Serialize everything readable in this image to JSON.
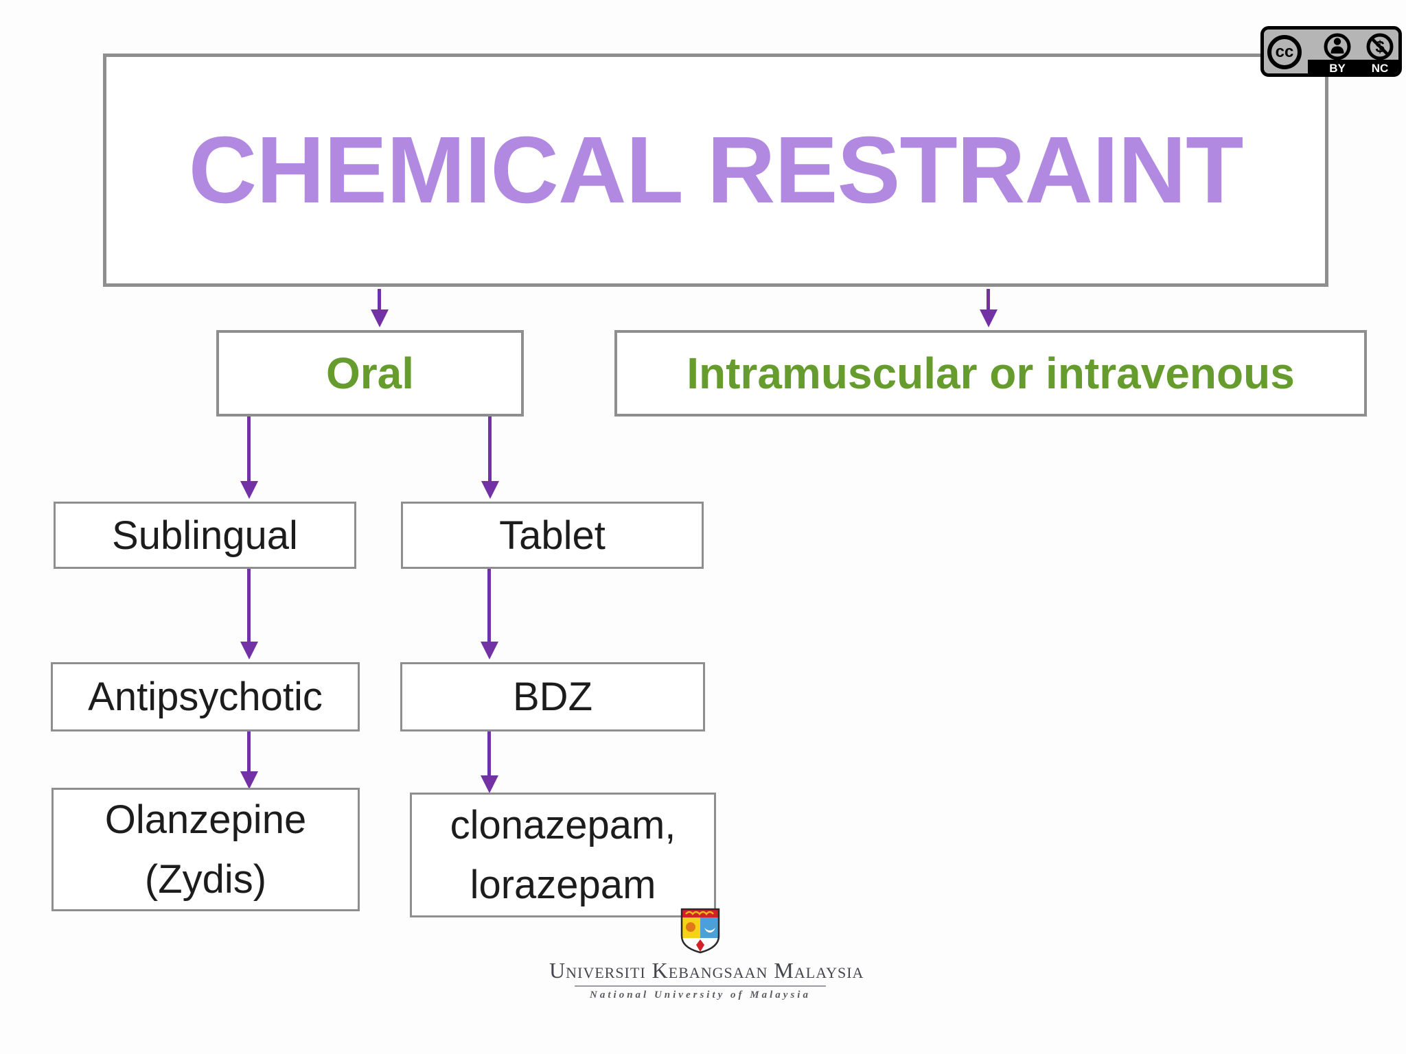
{
  "slide": {
    "title": "CHEMICAL RESTRAINT"
  },
  "colors": {
    "title_purple": "#b289e0",
    "label_green": "#669b2d",
    "arrow_purple": "#7232a6",
    "border_gray": "#8e8e8e",
    "text_black": "#1c1c1c"
  },
  "license_badge": {
    "cc_label": "cc",
    "by_label": "BY",
    "nc_label": "NC"
  },
  "nodes": {
    "oral": "Oral",
    "intramuscular": "Intramuscular or intravenous",
    "sublingual": "Sublingual",
    "tablet": "Tablet",
    "antipsychotic": "Antipsychotic",
    "bdz": "BDZ",
    "olanzepine_line1": "Olanzepine",
    "olanzepine_line2": "(Zydis)",
    "clonazepam_line1": "clonazepam,",
    "clonazepam_line2": "lorazepam"
  },
  "footer_logo": {
    "university_name": "Universiti Kebangsaan Malaysia",
    "university_subtitle": "National University of Malaysia"
  }
}
